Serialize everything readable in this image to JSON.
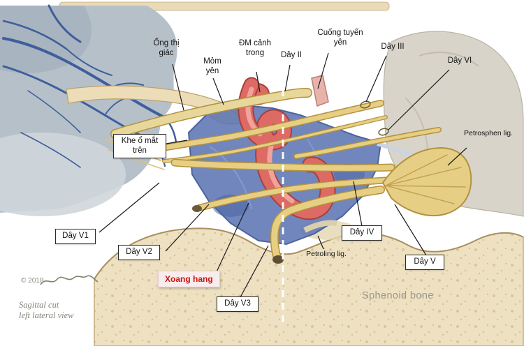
{
  "figure": {
    "copyright": "© 2018",
    "caption": "Sagittal cut\nleft lateral view"
  },
  "labels": {
    "optic_canal": "Ống thị giác",
    "clinoid_process": "Mỏm yên",
    "internal_carotid": "ĐM cảnh trong",
    "cn2": "Dây II",
    "pituitary_stalk": "Cuống tuyến yên",
    "cn3": "Dây III",
    "cn6": "Dây VI",
    "petrosphenoid_lig": "Petrosphen lig.",
    "sup_orbital_fissure": "Khe ổ mắt trên",
    "cn_v1": "Dây V1",
    "cn_v2": "Dây V2",
    "cavernous_sinus": "Xoang hang",
    "cn_v3": "Dây V3",
    "petrolingual_lig": "Petroling lig.",
    "cn4": "Dây IV",
    "cn5": "Dây V",
    "sphenoid_bone": "Sphenoid bone"
  },
  "colors": {
    "sinus_blue": "#5d76b4",
    "artery_red": "#dd6a64",
    "nerve_yellow": "#e6cf84",
    "bone_cream": "#eee1c2",
    "tissue_gray": "#b6c0c9",
    "highlight_red_label": "#cc1111"
  }
}
